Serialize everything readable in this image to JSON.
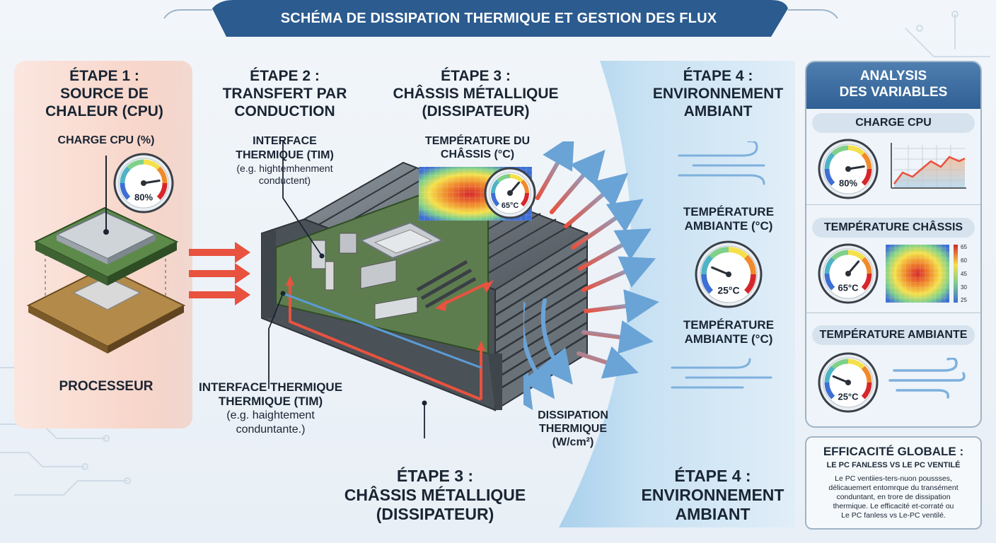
{
  "header": {
    "title": "SCHÉMA DE DISSIPATION THERMIQUE ET GESTION DES FLUX"
  },
  "step1": {
    "title_line1": "ÉTAPE 1 :",
    "title_line2": "SOURCE DE",
    "title_line3": "CHALEUR (CPU)",
    "charge_label": "CHARGE CPU (%)",
    "gauge_value": "80%",
    "gauge_fraction": 0.8,
    "component_label": "PROCESSEUR"
  },
  "step2": {
    "title_line1": "ÉTAPE 2 :",
    "title_line2": "TRANSFERT PAR",
    "title_line3": "CONDUCTION",
    "tim_top_line1": "INTERFACE",
    "tim_top_line2": "THERMIQUE (TIM)",
    "tim_top_sub1": "(e.g. hightemhenment",
    "tim_top_sub2": "conductent)",
    "tim_bottom_line1": "INTERFACE THERMIQUE",
    "tim_bottom_line2": "THERMIQUE (TIM)",
    "tim_bottom_sub1": "(e.g. haightement",
    "tim_bottom_sub2": "conduntante.)"
  },
  "step3": {
    "title_line1": "ÉTAPE 3 :",
    "title_line2": "CHÂSSIS MÉTALLIQUE",
    "title_line3": "(DISSIPATEUR)",
    "chassis_temp_line1": "TEMPÉRATURE DU",
    "chassis_temp_line2": "CHÂSSIS (°C)",
    "gauge_value": "65°C",
    "gauge_fraction": 0.65,
    "dissipation_line1": "DISSIPATION",
    "dissipation_line2": "THERMIQUE",
    "dissipation_line3": "(W/cm²)",
    "bottom_title_line1": "ÉTAPE 3 :",
    "bottom_title_line2": "CHÂSSIS MÉTALLIQUE",
    "bottom_title_line3": "(DISSIPATEUR)"
  },
  "step4": {
    "title_line1": "ÉTAPE 4 :",
    "title_line2": "ENVIRONNEMENT",
    "title_line3": "AMBIANT",
    "ambient_label1_line1": "TEMPÉRATURE",
    "ambient_label1_line2": "AMBIANTE (°C)",
    "gauge_value": "25°C",
    "gauge_fraction": 0.25,
    "ambient_label2_line1": "TEMPÉRATURE",
    "ambient_label2_line2": "AMBIANTE (°C)",
    "bottom_title_line1": "ÉTAPE 4 :",
    "bottom_title_line2": "ENVIRONNEMENT",
    "bottom_title_line3": "AMBIANT"
  },
  "sidebar": {
    "title_line1": "ANALYSIS",
    "title_line2": "DES VARIABLES",
    "charge": {
      "label": "CHARGE CPU",
      "gauge_value": "80%",
      "gauge_fraction": 0.8
    },
    "chassis": {
      "label": "TEMPÉRATURE CHÂSSIS",
      "gauge_value": "65°C",
      "gauge_fraction": 0.65,
      "scale_ticks": [
        "65",
        "60",
        "45",
        "30",
        "25"
      ]
    },
    "ambient": {
      "label": "TEMPÉRATURE AMBIANTE",
      "gauge_value": "25°C",
      "gauge_fraction": 0.25
    }
  },
  "efficiency": {
    "title": "EFFICACITÉ GLOBALE :",
    "subtitle": "LE PC FANLESS VS LE PC VENTILÉ",
    "body_line1": "Le PC ventiies-ters-nuon poussses,",
    "body_line2": "délicauemert entomrque du transément",
    "body_line3": "conduntant, en trore de dissipation",
    "body_line4": "thermique. Le efficacité et-corraté ou",
    "body_line5": "Le PC fanless vs Le-PC ventilé."
  },
  "colors": {
    "banner": "#2b5b8f",
    "hot": "#e8523f",
    "cool": "#5b9bd5",
    "panel_pink": "#f9dcd2",
    "panel_blue": "#b9d8ee"
  }
}
